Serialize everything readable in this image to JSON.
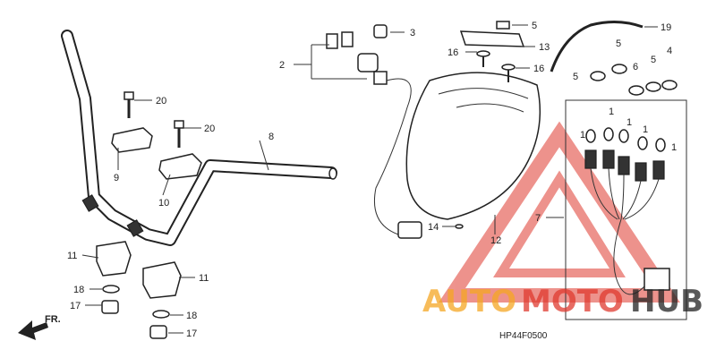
{
  "diagram": {
    "code": "HP44F0500",
    "labels": [
      {
        "id": "1a",
        "text": "1"
      },
      {
        "id": "1b",
        "text": "1"
      },
      {
        "id": "1c",
        "text": "1"
      },
      {
        "id": "1d",
        "text": "1"
      },
      {
        "id": "1e",
        "text": "1"
      },
      {
        "id": "2",
        "text": "2"
      },
      {
        "id": "3",
        "text": "3"
      },
      {
        "id": "4",
        "text": "4"
      },
      {
        "id": "5a",
        "text": "5"
      },
      {
        "id": "5b",
        "text": "5"
      },
      {
        "id": "5c",
        "text": "5"
      },
      {
        "id": "5d",
        "text": "5"
      },
      {
        "id": "6",
        "text": "6"
      },
      {
        "id": "7",
        "text": "7"
      },
      {
        "id": "8",
        "text": "8"
      },
      {
        "id": "9",
        "text": "9"
      },
      {
        "id": "10",
        "text": "10"
      },
      {
        "id": "11a",
        "text": "11"
      },
      {
        "id": "11b",
        "text": "11"
      },
      {
        "id": "12",
        "text": "12"
      },
      {
        "id": "13",
        "text": "13"
      },
      {
        "id": "14",
        "text": "14"
      },
      {
        "id": "16a",
        "text": "16"
      },
      {
        "id": "16b",
        "text": "16"
      },
      {
        "id": "17a",
        "text": "17"
      },
      {
        "id": "17b",
        "text": "17"
      },
      {
        "id": "18a",
        "text": "18"
      },
      {
        "id": "18b",
        "text": "18"
      },
      {
        "id": "19",
        "text": "19"
      },
      {
        "id": "20a",
        "text": "20"
      },
      {
        "id": "20b",
        "text": "20"
      }
    ],
    "direction_label": "FR."
  },
  "watermark": {
    "part1": "AUTO",
    "part2": "MOTO",
    "part3": "HUB",
    "color_orange": "#f5a623",
    "color_red": "#e03a2f",
    "color_dark": "#222222"
  }
}
